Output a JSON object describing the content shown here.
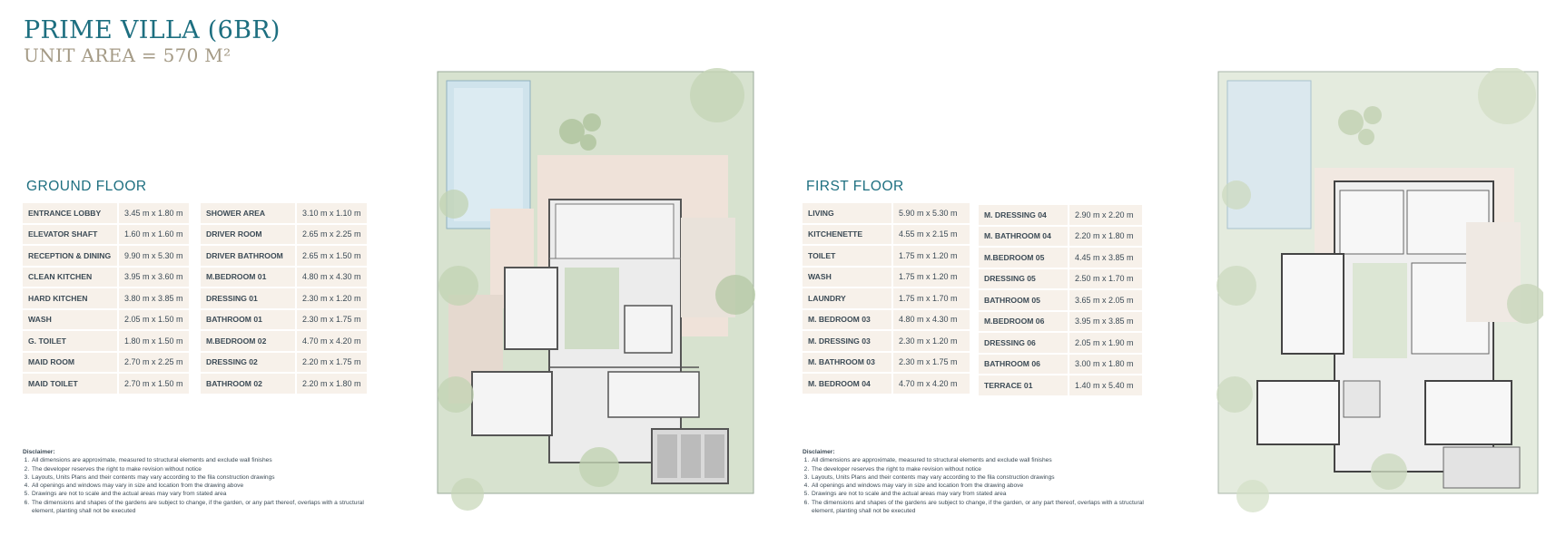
{
  "header": {
    "title": "PRIME VILLA (6BR)",
    "subtitle": "UNIT AREA = 570 M²"
  },
  "ground_floor": {
    "heading": "GROUND FLOOR",
    "left_column": [
      {
        "room": "ENTRANCE LOBBY",
        "size": "3.45 m x 1.80 m"
      },
      {
        "room": "ELEVATOR SHAFT",
        "size": "1.60 m x 1.60 m"
      },
      {
        "room": "RECEPTION & DINING",
        "size": "9.90 m x 5.30 m"
      },
      {
        "room": "CLEAN KITCHEN",
        "size": "3.95 m x 3.60 m"
      },
      {
        "room": "HARD KITCHEN",
        "size": "3.80 m x 3.85 m"
      },
      {
        "room": "WASH",
        "size": "2.05 m x 1.50 m"
      },
      {
        "room": "G. TOILET",
        "size": "1.80 m x 1.50 m"
      },
      {
        "room": "MAID ROOM",
        "size": "2.70 m x 2.25 m"
      },
      {
        "room": "MAID TOILET",
        "size": "2.70 m x 1.50 m"
      }
    ],
    "right_column": [
      {
        "room": "SHOWER AREA",
        "size": "3.10 m x 1.10 m"
      },
      {
        "room": "DRIVER ROOM",
        "size": "2.65 m x 2.25 m"
      },
      {
        "room": "DRIVER BATHROOM",
        "size": "2.65 m x 1.50 m"
      },
      {
        "room": "M.BEDROOM 01",
        "size": "4.80 m x 4.30 m"
      },
      {
        "room": "DRESSING 01",
        "size": "2.30 m x 1.20 m"
      },
      {
        "room": "BATHROOM 01",
        "size": "2.30 m x 1.75 m"
      },
      {
        "room": "M.BEDROOM 02",
        "size": "4.70 m x 4.20 m"
      },
      {
        "room": "DRESSING 02",
        "size": "2.20 m x 1.75 m"
      },
      {
        "room": "BATHROOM 02",
        "size": "2.20 m x 1.80 m"
      }
    ]
  },
  "first_floor": {
    "heading": "FIRST FLOOR",
    "left_column": [
      {
        "room": "LIVING",
        "size": "5.90 m x 5.30 m"
      },
      {
        "room": "KITCHENETTE",
        "size": "4.55 m x 2.15 m"
      },
      {
        "room": "TOILET",
        "size": "1.75 m x 1.20 m"
      },
      {
        "room": "WASH",
        "size": "1.75 m x 1.20 m"
      },
      {
        "room": "LAUNDRY",
        "size": "1.75 m x 1.70 m"
      },
      {
        "room": "M. BEDROOM 03",
        "size": "4.80 m x 4.30 m"
      },
      {
        "room": "M. DRESSING 03",
        "size": "2.30 m x 1.20 m"
      },
      {
        "room": "M. BATHROOM 03",
        "size": "2.30 m x 1.75 m"
      },
      {
        "room": "M. BEDROOM 04",
        "size": "4.70 m x 4.20 m"
      }
    ],
    "right_column": [
      {
        "room": "M. DRESSING 04",
        "size": "2.90 m x 2.20 m"
      },
      {
        "room": "M. BATHROOM 04",
        "size": "2.20 m x 1.80 m"
      },
      {
        "room": "M.BEDROOM 05",
        "size": "4.45 m x 3.85 m"
      },
      {
        "room": "DRESSING 05",
        "size": "2.50 m x 1.70 m"
      },
      {
        "room": "BATHROOM 05",
        "size": "3.65 m x 2.05 m"
      },
      {
        "room": "M.BEDROOM 06",
        "size": "3.95 m x 3.85 m"
      },
      {
        "room": "DRESSING 06",
        "size": "2.05 m x 1.90 m"
      },
      {
        "room": "BATHROOM 06",
        "size": "3.00 m x 1.80 m"
      },
      {
        "room": "TERRACE 01",
        "size": "1.40 m x 5.40 m"
      }
    ]
  },
  "disclaimer": {
    "heading": "Disclaimer:",
    "items": [
      "All dimensions are approximate, measured to structural elements and exclude wall finishes",
      "The developer reserves the right to make revision without notice",
      "Layouts, Units Plans and their contents may vary according to the fila construction drawings",
      "All openings and windows may vary in size and location from the drawing above",
      "Drawings are not to scale and the actual areas may vary from stated area",
      "The dimensions and shapes of the gardens are subject to change, if the garden, or any part thereof, overlaps with a structural element, planting shall not be executed"
    ]
  },
  "colors": {
    "accent": "#1d6f80",
    "subtitle": "#a49a85",
    "table_fill": "#f7f1ea",
    "lawn": "#d7e2cf",
    "pool": "#cfe3ec",
    "paving": "#efe2d9"
  }
}
